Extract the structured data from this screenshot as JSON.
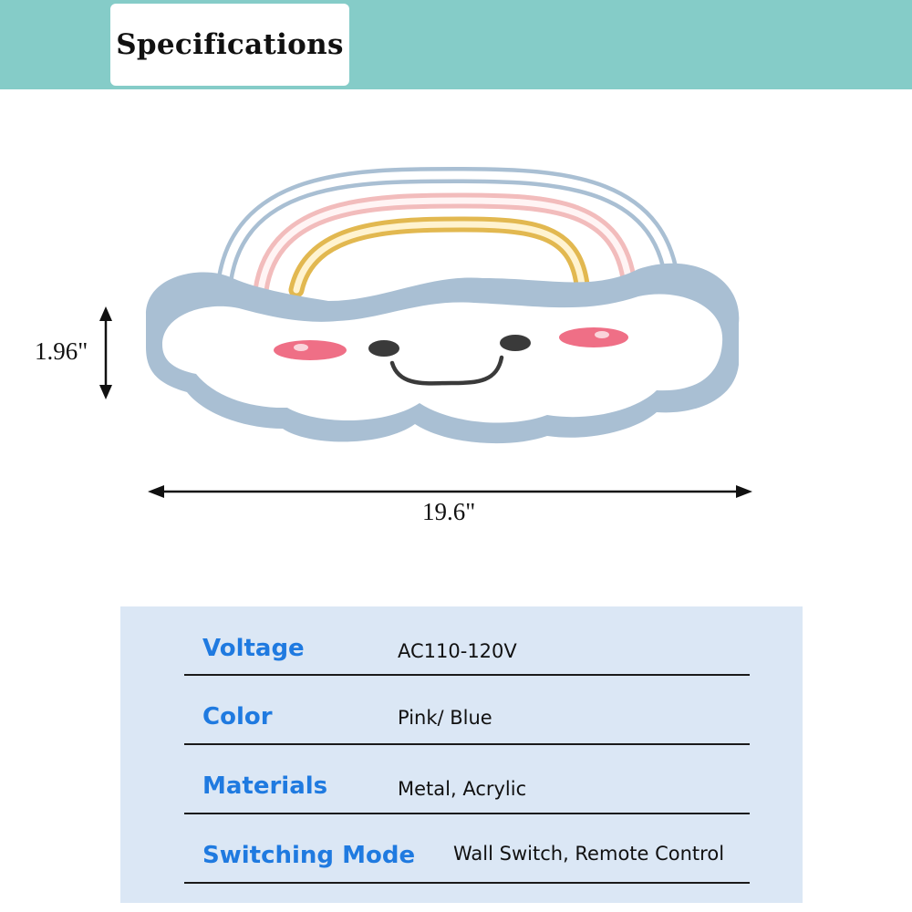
{
  "header": {
    "title": "Specifications"
  },
  "dimensions": {
    "height_label": "1.96\"",
    "width_label": "19.6\""
  },
  "specs": [
    {
      "key": "Voltage",
      "value": "AC110-120V"
    },
    {
      "key": "Color",
      "value": "Pink/ Blue"
    },
    {
      "key": "Materials",
      "value": "Metal, Acrylic"
    },
    {
      "key": "Switching Mode",
      "value": "Wall Switch, Remote Control"
    }
  ],
  "colors": {
    "header_band": "#85ccc8",
    "spec_panel": "#dbe7f5",
    "spec_key": "#1f7ae0",
    "lamp_body": "#a9bfd3",
    "rainbow_pink": "#f2bcbc",
    "rainbow_yellow": "#e2b850",
    "cheek": "#ef6f86",
    "face": "#3a3a3a"
  }
}
